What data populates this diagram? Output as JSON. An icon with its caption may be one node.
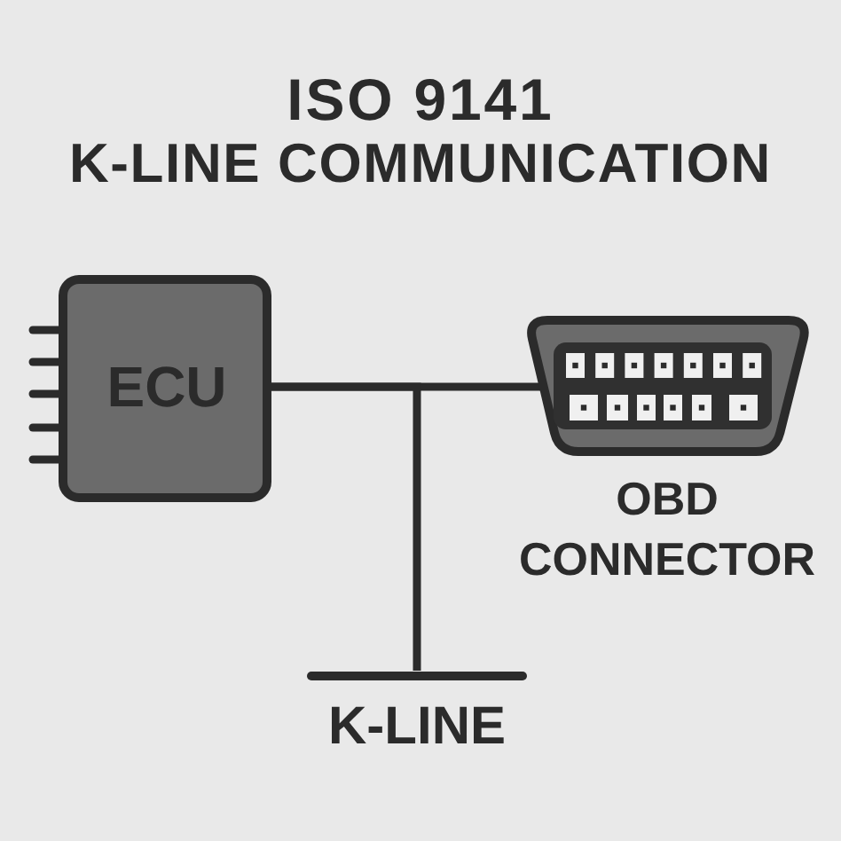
{
  "diagram": {
    "title": "ISO 9141",
    "nodes": [
      {
        "text": [
          "ECU"
        ]
      },
      {
        "text": [
          "OBD CONNECTOR"
        ]
      },
      {
        "text": [
          "K-LINE"
        ]
      }
    ],
    "edges": [
      {
        "from": 0,
        "to": 1,
        "arrow": "none"
      },
      {
        "from": 0,
        "to": 2,
        "arrow": "none"
      }
    ],
    "labels": [
      "K-LINE COMMUNICATION"
    ]
  }
}
